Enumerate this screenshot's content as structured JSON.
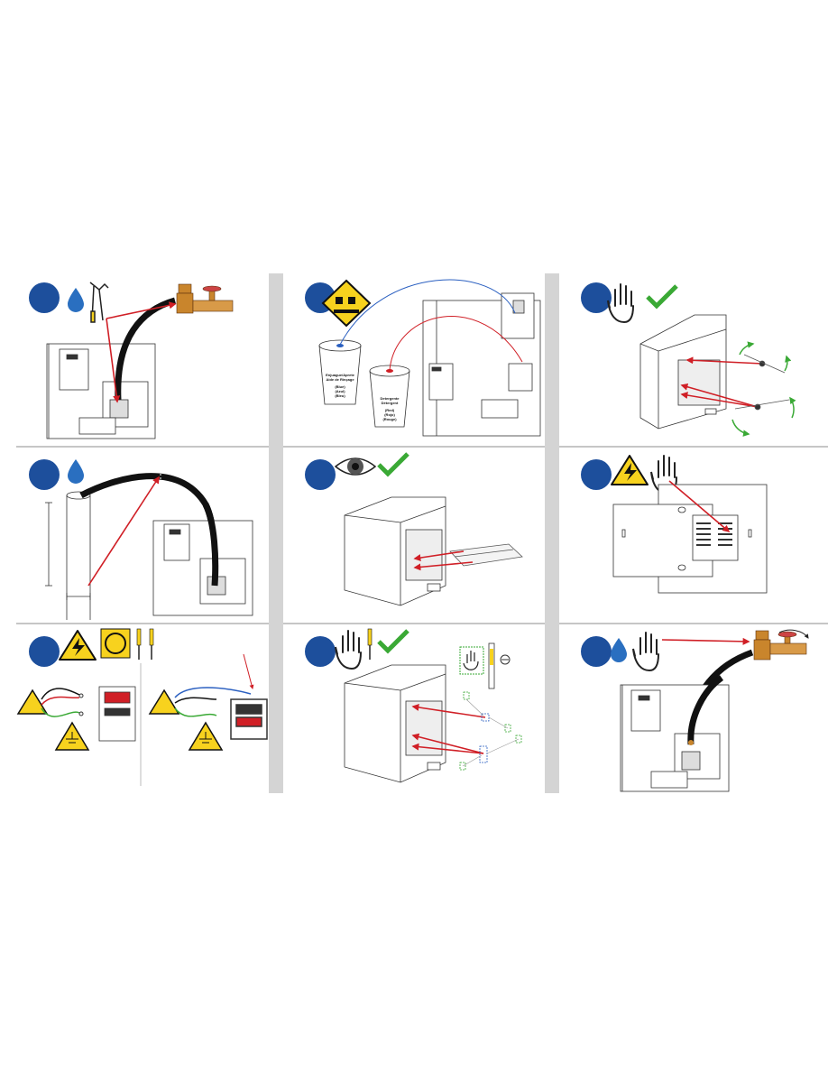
{
  "theme": {
    "step_circle": "#1d4f9c",
    "water_drop": "#2a6fc0",
    "arrow_red": "#d01f26",
    "check_green": "#3aa935",
    "warning_yellow": "#f7d21e",
    "tube_blue": "#2a5fc0",
    "tube_red": "#d01f26",
    "gutter_gray": "#d4d4d4"
  },
  "panels": [
    {
      "id": "p1",
      "icons": [
        "water-drop-icon",
        "pliers-icon"
      ]
    },
    {
      "id": "p2",
      "icons": [
        "corrosive-warning-icon"
      ],
      "buckets": {
        "rinse": {
          "lines": [
            "Enjuague/Aprete",
            "Aide de Rinçage",
            "(Blue)",
            "(Azul)",
            "(Bleu)"
          ]
        },
        "detergent": {
          "lines": [
            "Detergente",
            "Détergent",
            "(Red)",
            "(Rojo)",
            "(Rouge)"
          ]
        }
      }
    },
    {
      "id": "p3",
      "icons": [
        "hand-icon",
        "checkmark-icon"
      ]
    },
    {
      "id": "p4",
      "icons": [
        "water-drop-icon"
      ]
    },
    {
      "id": "p5",
      "icons": [
        "eye-icon",
        "checkmark-icon"
      ]
    },
    {
      "id": "p6",
      "icons": [
        "electric-warning-icon",
        "hand-icon"
      ]
    },
    {
      "id": "p7",
      "icons": [
        "electric-warning-icon",
        "yellow-circle-icon",
        "screwdriver-icon",
        "screwdriver-icon"
      ]
    },
    {
      "id": "p8",
      "icons": [
        "hand-icon",
        "screwdriver-icon",
        "checkmark-icon"
      ]
    },
    {
      "id": "p9",
      "icons": [
        "water-drop-icon",
        "hand-icon"
      ]
    }
  ]
}
